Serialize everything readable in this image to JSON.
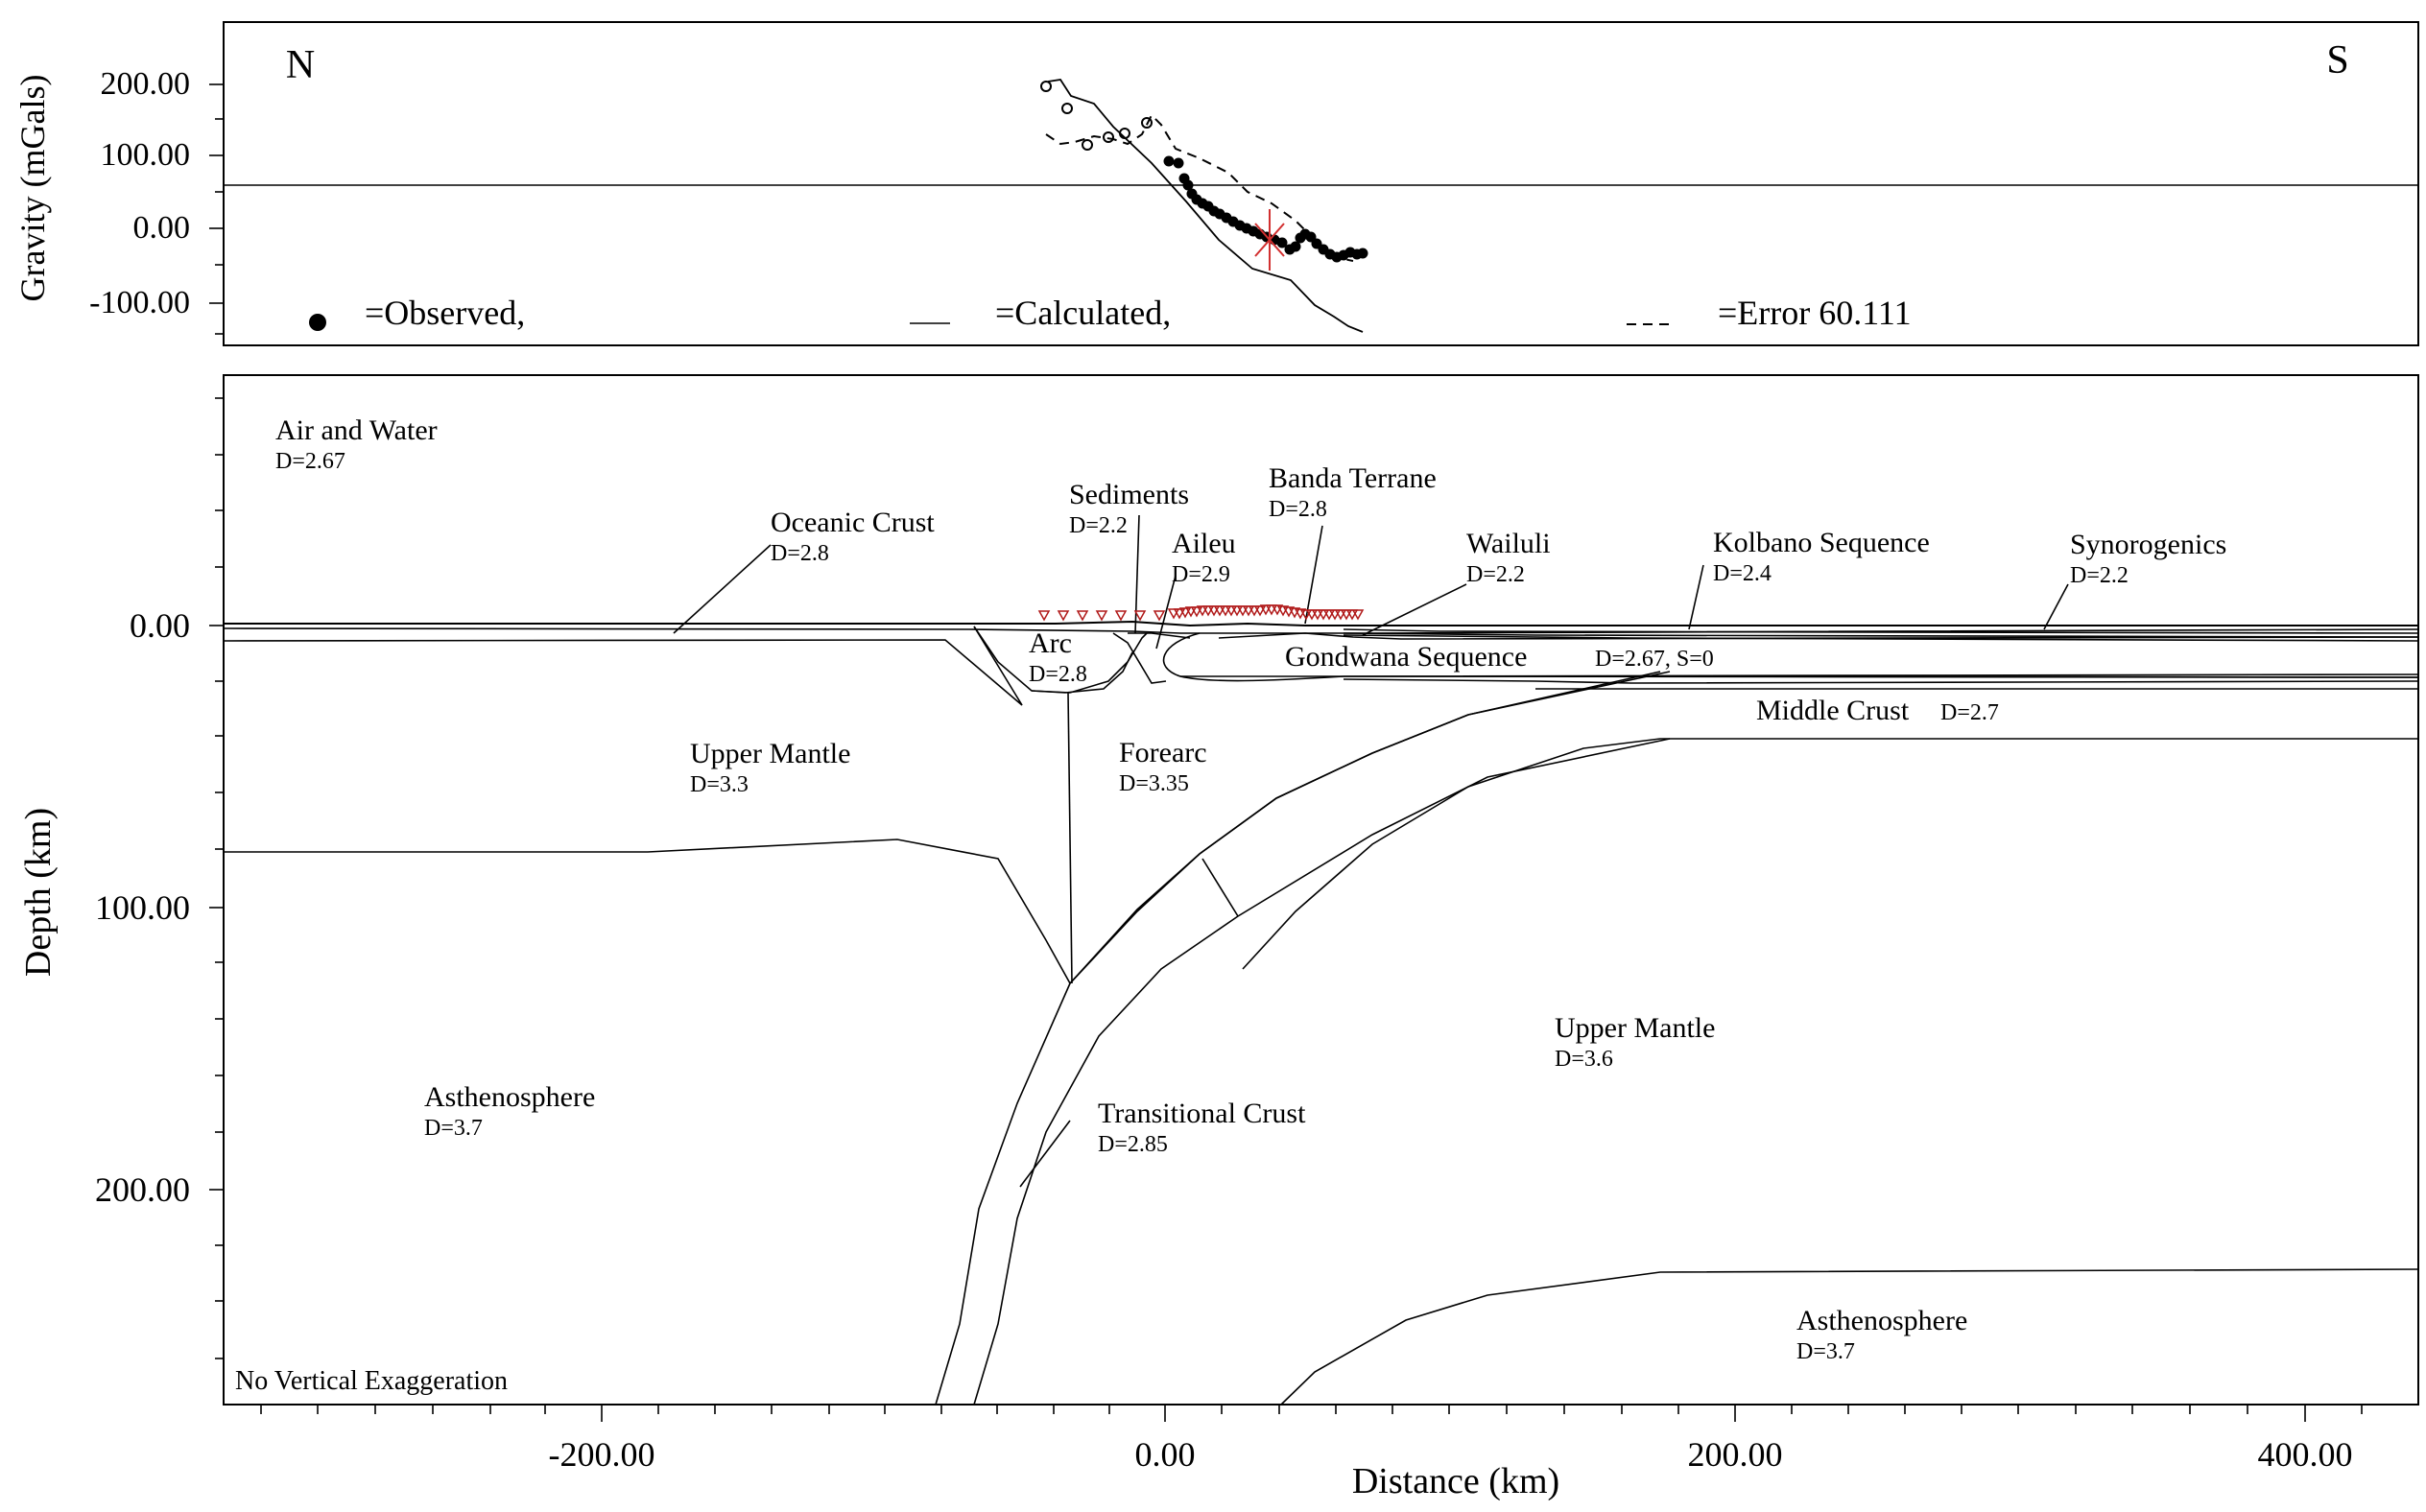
{
  "gravity_panel": {
    "ylabel": "Gravity (mGals)",
    "left_label": "N",
    "right_label": "S",
    "yticks": [
      "200.00",
      "100.00",
      "0.00",
      "-100.00"
    ],
    "legend": {
      "observed": "=Observed,",
      "calculated": "=Calculated,",
      "error": "=Error 60.111"
    }
  },
  "model_panel": {
    "ylabel": "Depth (km)",
    "xlabel": "Distance (km)",
    "yticks": [
      "0.00",
      "100.00",
      "200.00"
    ],
    "xticks": [
      "-200.00",
      "0.00",
      "200.00",
      "400.00"
    ],
    "note": "No Vertical Exaggeration",
    "bodies": [
      {
        "name": "Air and Water",
        "density": "D=2.67"
      },
      {
        "name": "Oceanic Crust",
        "density": "D=2.8"
      },
      {
        "name": "Sediments",
        "density": "D=2.2"
      },
      {
        "name": "Aileu",
        "density": "D=2.9"
      },
      {
        "name": "Banda Terrane",
        "density": "D=2.8"
      },
      {
        "name": "Wailuli",
        "density": "D=2.2"
      },
      {
        "name": "Kolbano Sequence",
        "density": "D=2.4"
      },
      {
        "name": "Synorogenics",
        "density": "D=2.2"
      },
      {
        "name": "Arc",
        "density": "D=2.8"
      },
      {
        "name": "Gondwana Sequence",
        "density": "D=2.67, S=0"
      },
      {
        "name": "Middle Crust",
        "density": "D=2.7"
      },
      {
        "name": "Upper Mantle",
        "density": "D=3.3"
      },
      {
        "name": "Forearc",
        "density": "D=3.35"
      },
      {
        "name": "Upper Mantle",
        "density": "D=3.6"
      },
      {
        "name": "Asthenosphere",
        "density": "D=3.7"
      },
      {
        "name": "Transitional Crust",
        "density": "D=2.85"
      },
      {
        "name": "Asthenosphere",
        "density": "D=3.7"
      }
    ]
  }
}
